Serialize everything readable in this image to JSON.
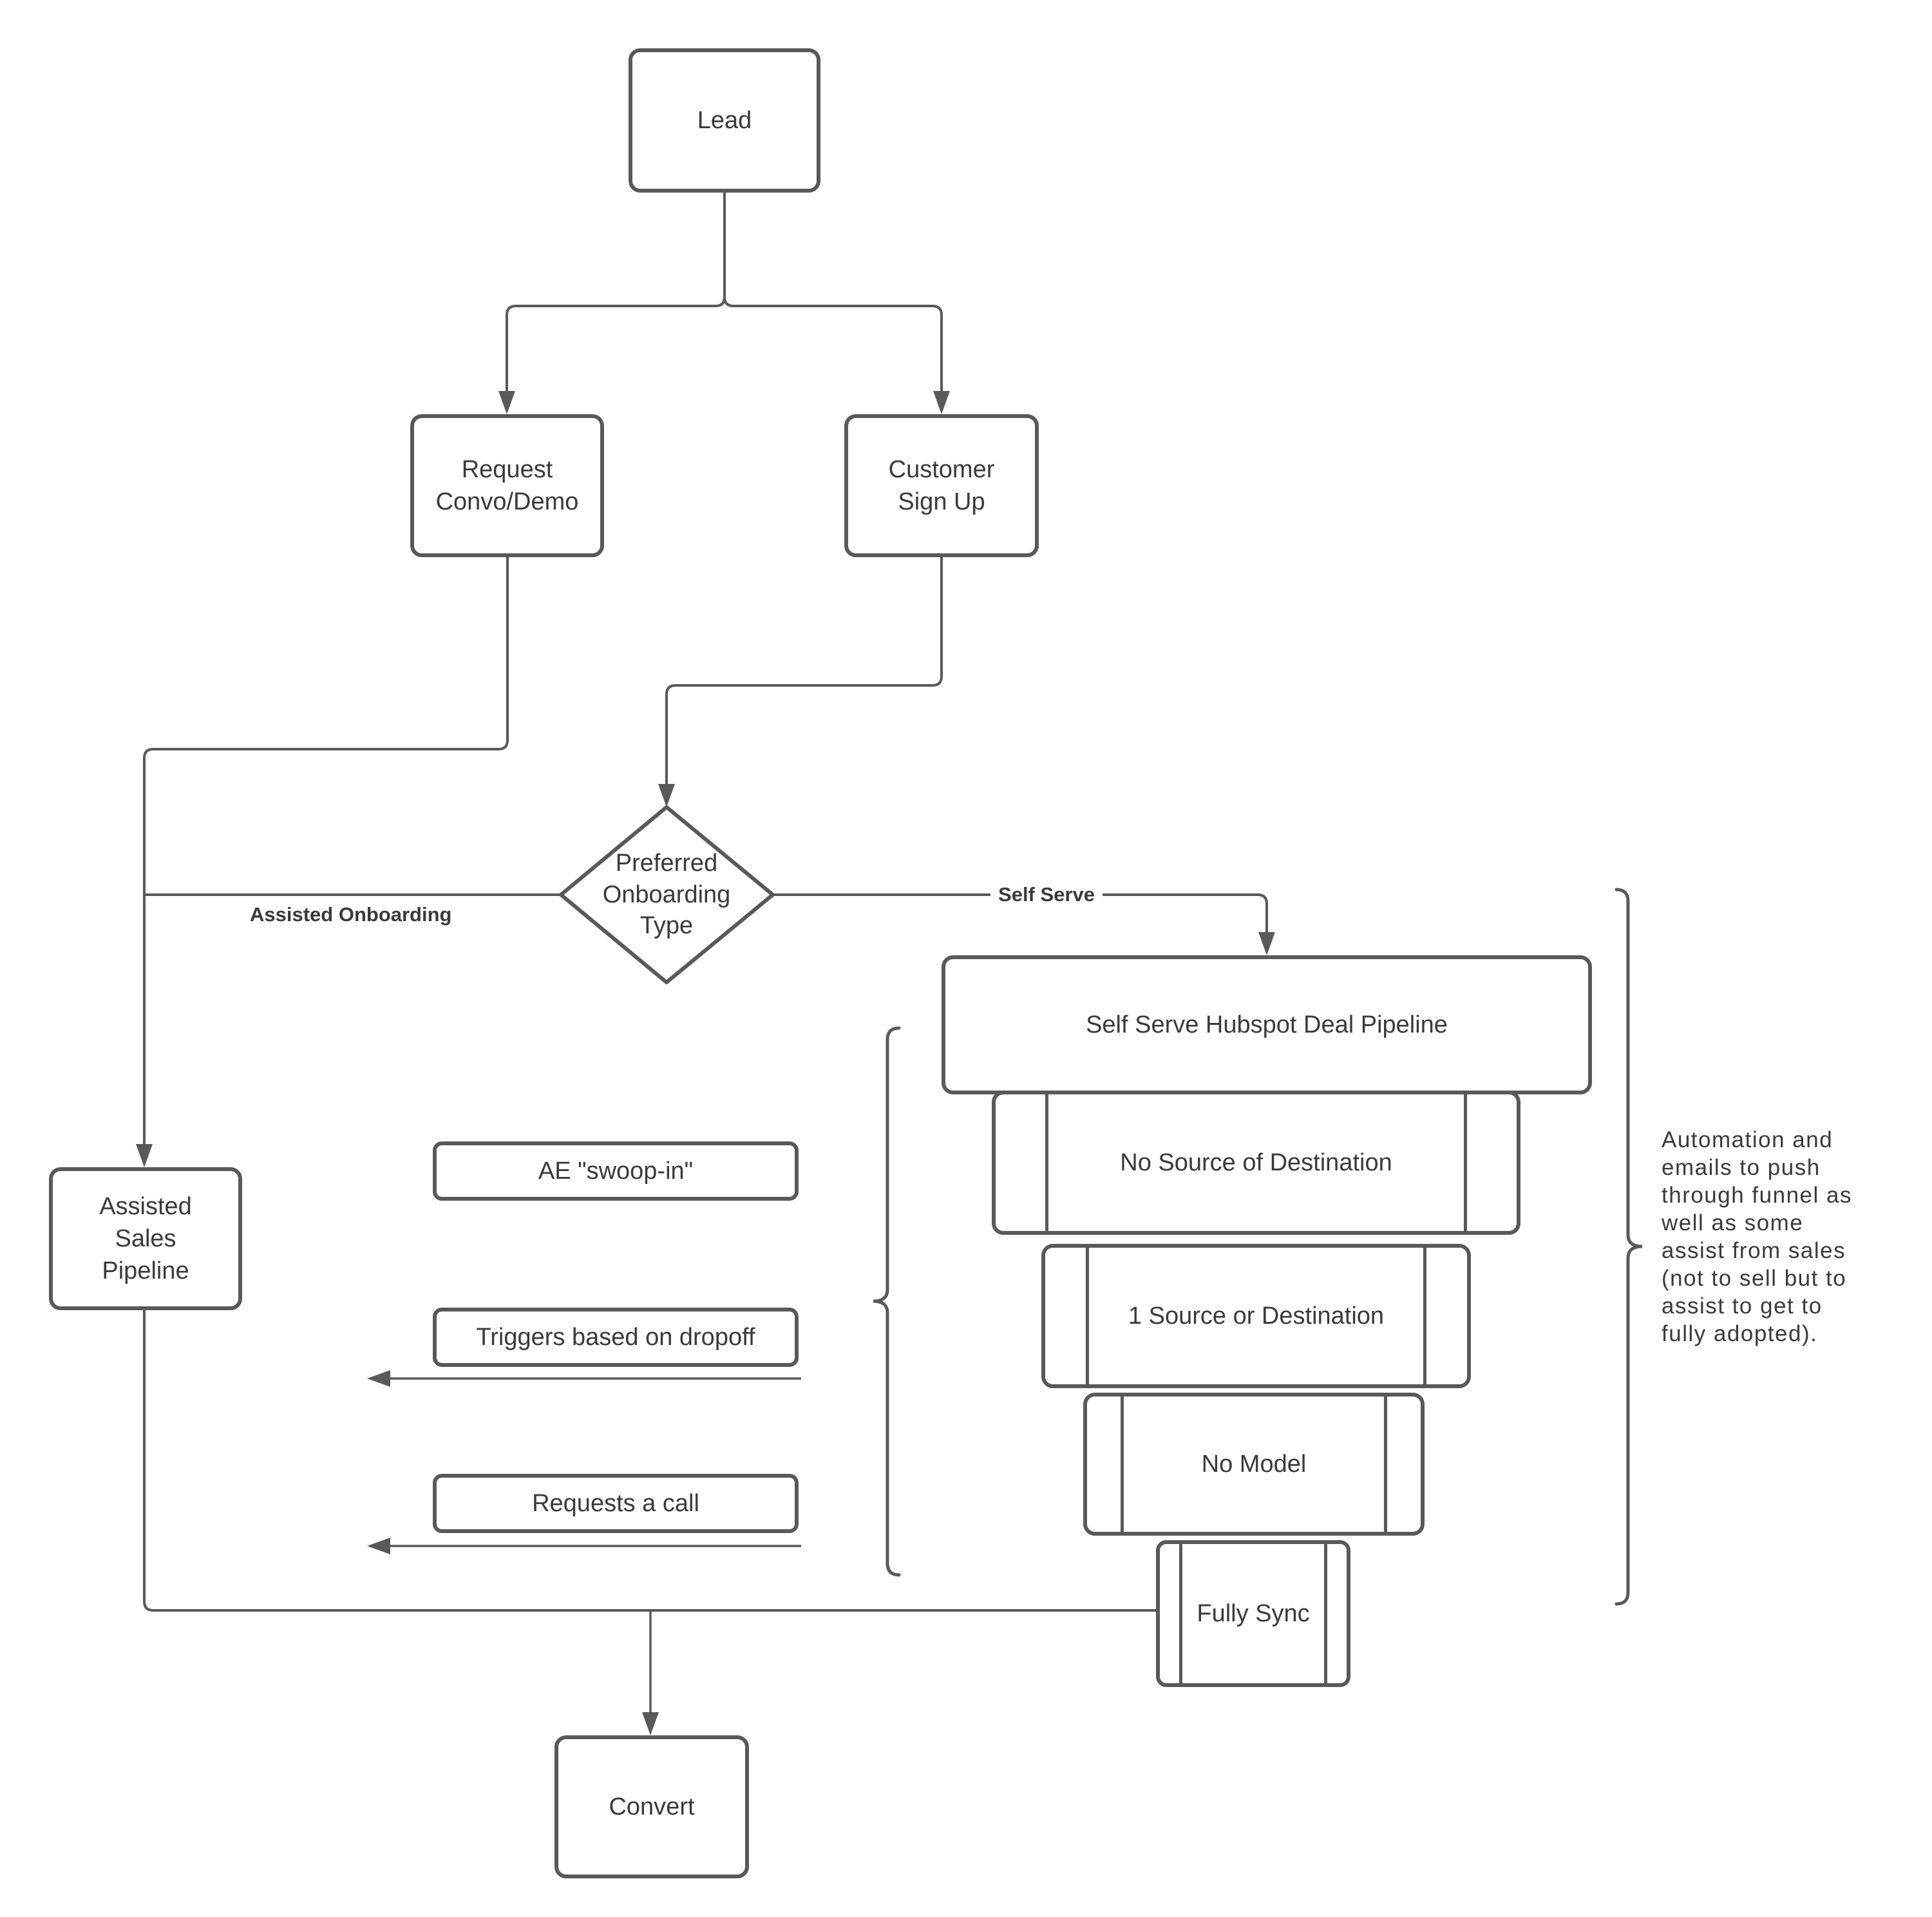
{
  "colors": {
    "stroke": "#595959",
    "text": "#3a3a3a",
    "background": "#ffffff"
  },
  "nodes": {
    "lead": {
      "label": "Lead"
    },
    "request_convo_demo": {
      "label": "Request\nConvo/Demo"
    },
    "customer_sign_up": {
      "label": "Customer\nSign Up"
    },
    "preferred_onboarding_type": {
      "label": "Preferred\nOnboarding\nType"
    },
    "assisted_sales_pipeline": {
      "label": "Assisted\nSales\nPipeline"
    },
    "ae_swoop_in": {
      "label": "AE \"swoop-in\""
    },
    "triggers_based_on_dropoff": {
      "label": "Triggers based on dropoff"
    },
    "requests_a_call": {
      "label": "Requests a call"
    },
    "convert": {
      "label": "Convert"
    }
  },
  "funnel": {
    "pipeline_label": "Self Serve Hubspot Deal Pipeline",
    "stages": [
      {
        "label": "No Source of Destination"
      },
      {
        "label": "1 Source or Destination"
      },
      {
        "label": "No Model"
      },
      {
        "label": "Fully Sync"
      }
    ]
  },
  "edge_labels": {
    "assisted": "Assisted Onboarding",
    "self_serve": "Self Serve"
  },
  "annotation": "Automation and\nemails to push\nthrough funnel as\nwell as some\nassist from sales\n(not to sell but to\nassist to get to\nfully adopted)."
}
